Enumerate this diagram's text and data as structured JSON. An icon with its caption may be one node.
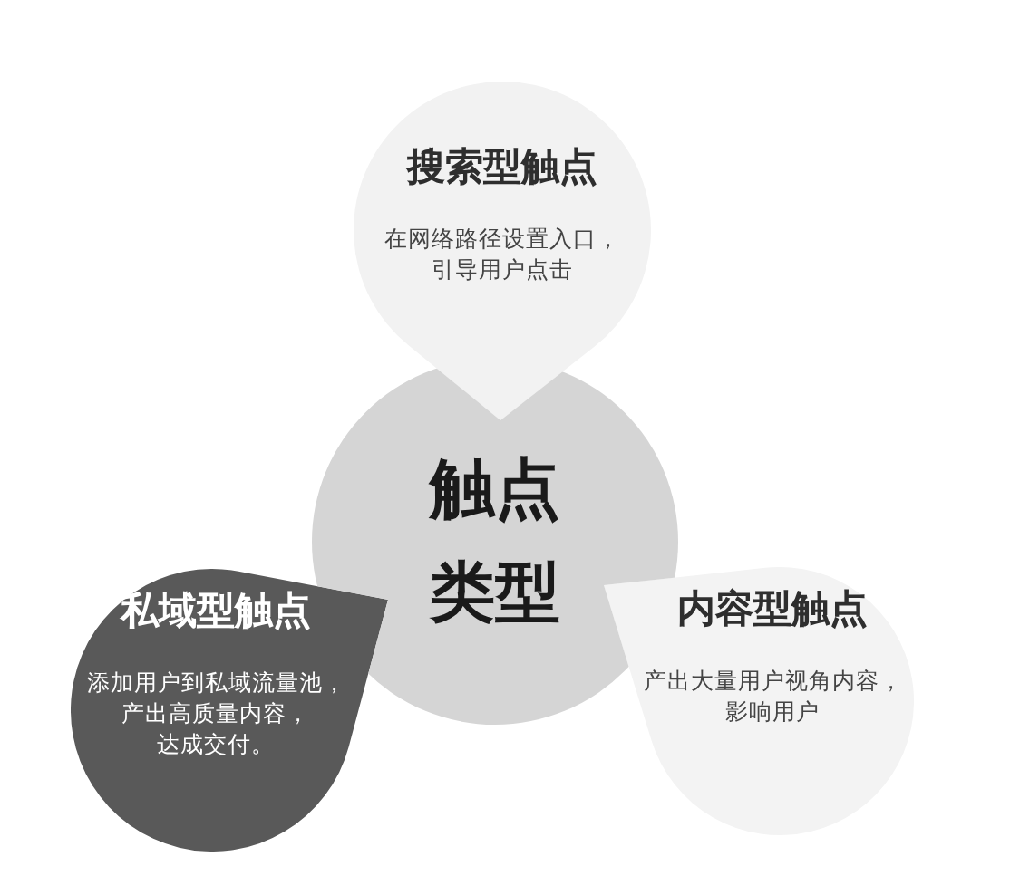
{
  "diagram": {
    "nodes": [
      {
        "text": [
          "搜索型触点",
          "在网络路径设置入口，引导用户点击"
        ]
      },
      {
        "text": [
          "触点类型"
        ]
      },
      {
        "text": [
          "私域型触点",
          "添加用户到私域流量池，产出高质量内容，达成交付。"
        ]
      },
      {
        "text": [
          "内容型触点",
          "产出大量用户视角内容，影响用户"
        ]
      }
    ]
  }
}
